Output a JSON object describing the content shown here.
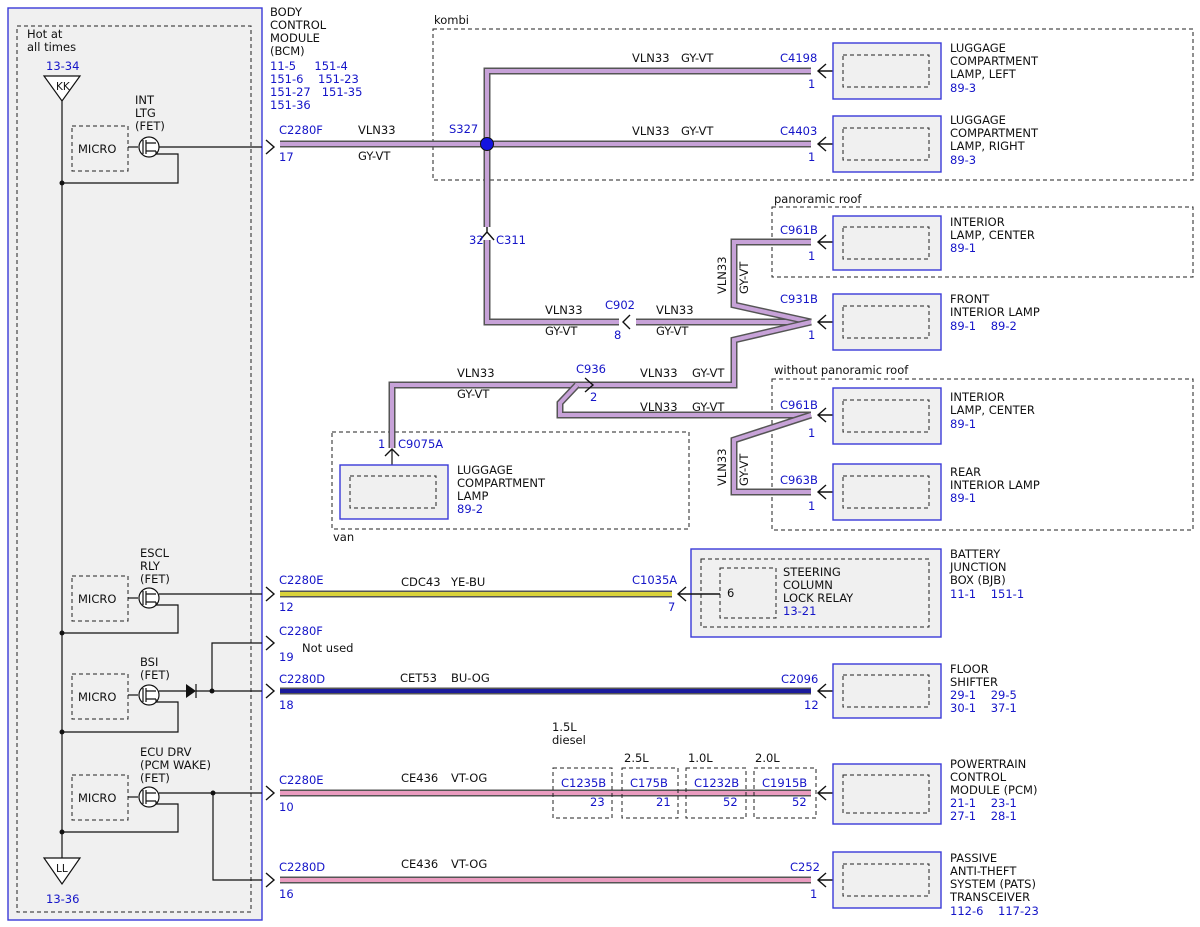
{
  "bcm": {
    "hot_label": "Hot at\nall times",
    "kk_ref": "13-34",
    "kk_label": "KK",
    "ll_label": "LL",
    "ll_ref": "13-36",
    "title_lines": [
      "BODY",
      "CONTROL",
      "MODULE",
      "(BCM)"
    ],
    "refs_lines": [
      "11-5     151-4",
      "151-6    151-23",
      "151-27   151-35",
      "151-36"
    ],
    "micro_label": "MICRO",
    "fets": [
      {
        "label_lines": [
          "INT",
          "LTG",
          "(FET)"
        ]
      },
      {
        "label_lines": [
          "ESCL",
          "RLY",
          "(FET)"
        ]
      },
      {
        "label_lines": [
          "BSI",
          "(FET)"
        ]
      },
      {
        "label_lines": [
          "ECU DRV",
          "(PCM WAKE)",
          "(FET)"
        ]
      }
    ]
  },
  "zones": {
    "kombi": "kombi",
    "panoramic": "panoramic roof",
    "without_panoramic": "without panoramic roof",
    "van": "van"
  },
  "splice": "S327",
  "wires": {
    "c2280f_17": {
      "conn": "C2280F",
      "pin": "17",
      "circuit": "VLN33",
      "color": "GY-VT"
    },
    "to_c4198": {
      "circuit": "VLN33",
      "color": "GY-VT",
      "conn": "C4198",
      "pin": "1"
    },
    "to_c4403": {
      "circuit": "VLN33",
      "color": "GY-VT",
      "conn": "C4403",
      "pin": "1"
    },
    "c311": {
      "conn": "C311",
      "pin": "32"
    },
    "c902": {
      "conn": "C902",
      "pin": "8",
      "left_circuit": "VLN33",
      "left_color": "GY-VT",
      "right_circuit": "VLN33",
      "right_color": "GY-VT"
    },
    "c961b_pan": {
      "conn": "C961B",
      "pin": "1",
      "circuit": "VLN33",
      "color": "GY-VT"
    },
    "c931b": {
      "conn": "C931B",
      "pin": "1"
    },
    "c936": {
      "conn": "C936",
      "pin": "2",
      "left_circuit": "VLN33",
      "left_color": "GY-VT",
      "right_circuit": "VLN33",
      "right_color": "GY-VT",
      "lower_circuit": "VLN33",
      "lower_color": "GY-VT"
    },
    "c961b_nopan": {
      "conn": "C961B",
      "pin": "1"
    },
    "c963b": {
      "conn": "C963B",
      "pin": "1",
      "circuit": "VLN33",
      "color": "GY-VT"
    },
    "c9075a": {
      "conn": "C9075A",
      "pin": "1"
    },
    "escl": {
      "conn": "C2280E",
      "pin": "12",
      "circuit": "CDC43",
      "color": "YE-BU",
      "end_conn": "C1035A",
      "end_pin": "7"
    },
    "not_used": {
      "conn": "C2280F",
      "pin": "19",
      "text": "Not used"
    },
    "bsi": {
      "conn": "C2280D",
      "pin": "18",
      "circuit": "CET53",
      "color": "BU-OG",
      "end_conn": "C2096",
      "end_pin": "12"
    },
    "pcm": {
      "conn": "C2280E",
      "pin": "10",
      "circuit": "CE436",
      "color": "VT-OG"
    },
    "pats": {
      "conn": "C2280D",
      "pin": "16",
      "circuit": "CE436",
      "color": "VT-OG",
      "end_conn": "C252",
      "end_pin": "1"
    }
  },
  "variants": [
    {
      "label_lines": [
        "1.5L",
        "diesel"
      ],
      "conn": "C1235B",
      "pin": "23"
    },
    {
      "label_lines": [
        "2.5L"
      ],
      "conn": "C175B",
      "pin": "21"
    },
    {
      "label_lines": [
        "1.0L"
      ],
      "conn": "C1232B",
      "pin": "52"
    },
    {
      "label_lines": [
        "2.0L"
      ],
      "conn": "C1915B",
      "pin": "52"
    }
  ],
  "components": {
    "lamp_left": {
      "lines": [
        "LUGGAGE",
        "COMPARTMENT",
        "LAMP, LEFT"
      ],
      "ref": "89-3"
    },
    "lamp_right": {
      "lines": [
        "LUGGAGE",
        "COMPARTMENT",
        "LAMP, RIGHT"
      ],
      "ref": "89-3"
    },
    "interior_center_pan": {
      "lines": [
        "INTERIOR",
        "LAMP, CENTER"
      ],
      "ref": "89-1"
    },
    "front_interior": {
      "lines": [
        "FRONT",
        "INTERIOR LAMP"
      ],
      "ref": "89-1    89-2"
    },
    "interior_center_nopan": {
      "lines": [
        "INTERIOR",
        "LAMP, CENTER"
      ],
      "ref": "89-1"
    },
    "rear_interior": {
      "lines": [
        "REAR",
        "INTERIOR LAMP"
      ],
      "ref": "89-1"
    },
    "luggage_van": {
      "lines": [
        "LUGGAGE",
        "COMPARTMENT",
        "LAMP"
      ],
      "ref": "89-2"
    },
    "bjb": {
      "lines": [
        "BATTERY",
        "JUNCTION",
        "BOX (BJB)"
      ],
      "ref": "11-1    151-1"
    },
    "steering_relay": {
      "pin": "6",
      "lines": [
        "STEERING",
        "COLUMN",
        "LOCK RELAY"
      ],
      "ref": "13-21"
    },
    "floor_shifter": {
      "lines": [
        "FLOOR",
        "SHIFTER"
      ],
      "refs": [
        "29-1    29-5",
        "30-1    37-1"
      ]
    },
    "pcm": {
      "lines": [
        "POWERTRAIN",
        "CONTROL",
        "MODULE (PCM)"
      ],
      "refs": [
        "21-1    23-1",
        "27-1    28-1"
      ]
    },
    "pats": {
      "lines": [
        "PASSIVE",
        "ANTI-THEFT",
        "SYSTEM (PATS)",
        "TRANSCEIVER"
      ],
      "ref": "112-6    117-23"
    }
  },
  "colors": {
    "ref_blue": "#1414c8",
    "gy_vt": "#c7a2d8",
    "ye_bu": "#d9d23a",
    "bu_og": "#1b1b9c",
    "vt_og": "#ea9cc0",
    "splice": "#1414e0",
    "module_fill": "#f0f0f0"
  }
}
